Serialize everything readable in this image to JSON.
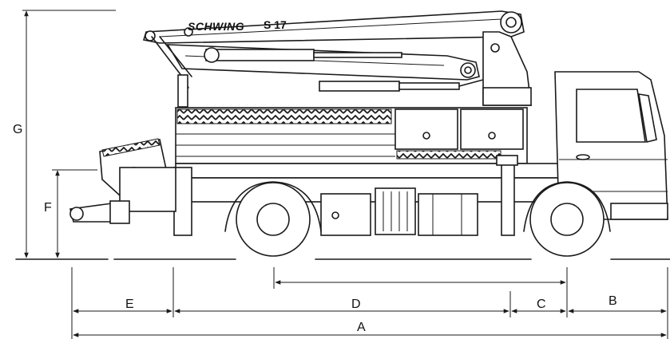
{
  "diagram": {
    "boom_brand": "SCHWING",
    "boom_model": "S 17",
    "dimension_labels": {
      "A": "A",
      "B": "B",
      "C": "C",
      "D": "D",
      "E": "E",
      "F": "F",
      "G": "G"
    }
  }
}
